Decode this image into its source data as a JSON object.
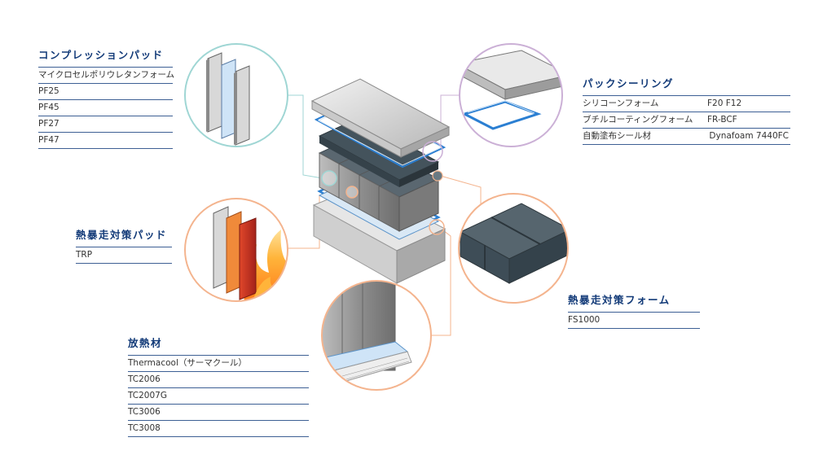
{
  "callouts": {
    "compression_pads": {
      "title": "コンプレッションパッド",
      "items": [
        "マイクロセルポリウレタンフォーム",
        "PF25",
        "PF45",
        "PF27",
        "PF47"
      ]
    },
    "pack_sealing": {
      "title": "パックシーリング",
      "rows": [
        {
          "name": "シリコーンフォーム",
          "value": "F20 F12"
        },
        {
          "name": "ブチルコーティングフォーム",
          "value": "FR-BCF"
        },
        {
          "name": "自動塗布シール材",
          "value": "Dynafoam 7440FC"
        }
      ]
    },
    "thermal_runaway_pads": {
      "title": "熱暴走対策パッド",
      "items": [
        "TRP"
      ]
    },
    "thermal_runaway_foam": {
      "title": "熱暴走対策フォーム",
      "items": [
        "FS1000"
      ]
    },
    "heat_dissipation": {
      "title": "放熱材",
      "items": [
        "Thermacool（サーマクール）",
        "TC2006",
        "TC2007G",
        "TC3006",
        "TC3008"
      ]
    }
  },
  "colors": {
    "title_text": "#123a78",
    "rule_line": "#3d5f94",
    "circle_teal": "#9fd6d4",
    "circle_purple": "#cbb0d6",
    "circle_orange": "#f4b48e",
    "seal_blue": "#2b7fd2",
    "foam_dark": "#3e4d57",
    "metal_light": "#dcdcdc"
  }
}
